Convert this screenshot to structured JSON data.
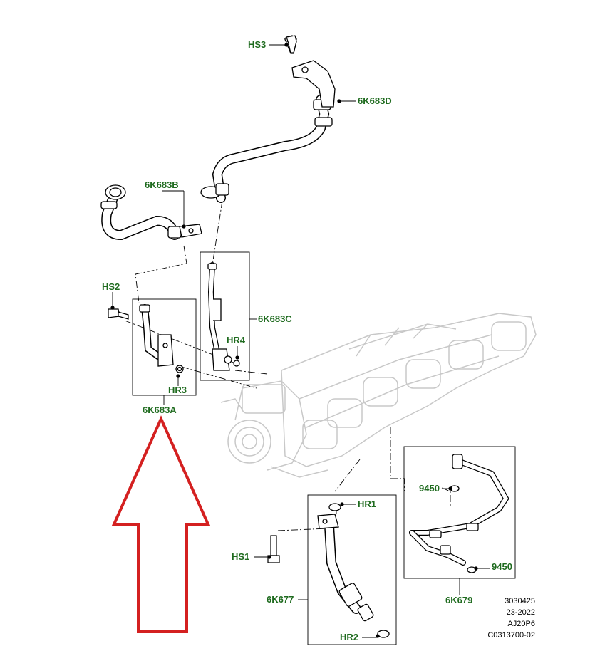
{
  "colors": {
    "label": "#1f6b1f",
    "line": "#000000",
    "faded": "#c8c8c8",
    "arrow": "#d42020"
  },
  "labels": {
    "hs3": "HS3",
    "k683d": "6K683D",
    "k683b": "6K683B",
    "hs2": "HS2",
    "k683c": "6K683C",
    "hr4": "HR4",
    "hr3": "HR3",
    "k683a": "6K683A",
    "n9450_top": "9450",
    "hr1": "HR1",
    "hs1": "HS1",
    "n9450_bottom": "9450",
    "k677": "6K677",
    "k679": "6K679",
    "hr2": "HR2"
  },
  "meta": {
    "line1": "3030425",
    "line2": "23-2022",
    "line3": "AJ20P6",
    "line4": "C0313700-02"
  },
  "highlight": {
    "shape": "arrow-up",
    "target": "6K683A"
  }
}
